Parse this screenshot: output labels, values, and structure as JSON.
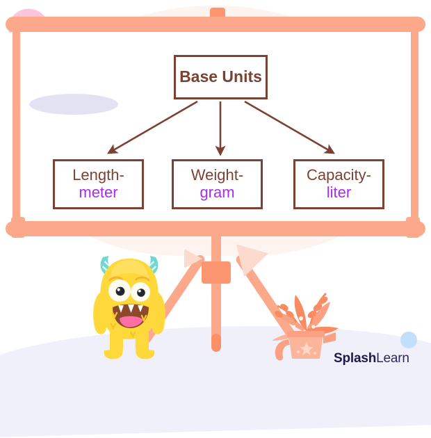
{
  "brand": {
    "name_part1": "Splash",
    "name_part2": "Learn"
  },
  "colors": {
    "brown": "#7b4233",
    "purple": "#aa2bef",
    "frame_salmon": "#fca98b",
    "frame_salmon_dark": "#fb9670",
    "cream": "#fdf3ef",
    "ground": "#f0f0fa",
    "blue_dot": "#c2defa",
    "pink_squiggle": "#fcc4dd",
    "monster_yellow": "#ffd93b",
    "logo_navy": "#1b1a4b"
  },
  "diagram": {
    "root": {
      "label": "Base Units"
    },
    "leaves": [
      {
        "line1": "Length-",
        "line2": "meter"
      },
      {
        "line1": "Weight-",
        "line2": "gram"
      },
      {
        "line1": "Capacity-",
        "line2": "liter"
      }
    ],
    "arrows": [
      {
        "name": "arrow-to-length",
        "direction": "down-left"
      },
      {
        "name": "arrow-to-weight",
        "direction": "down"
      },
      {
        "name": "arrow-to-capacity",
        "direction": "down-right"
      }
    ]
  },
  "decorations": {
    "mascot": "yellow-monster",
    "plant": "watering-can-with-plant",
    "squiggle": "pink-squiggle",
    "dot": "blue-dot",
    "triangles": [
      "pale-pink-triangle-left",
      "pale-pink-triangle-right"
    ]
  }
}
